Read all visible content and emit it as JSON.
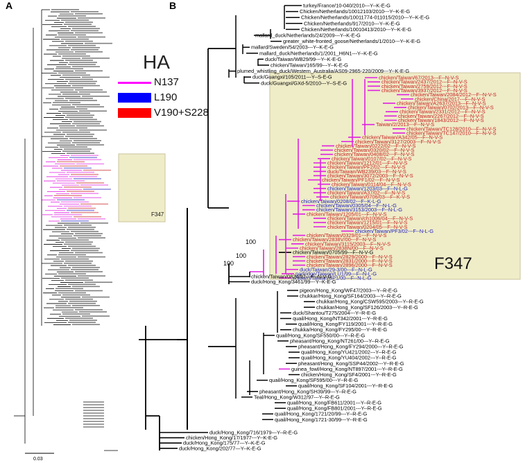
{
  "panel_a_label": "A",
  "panel_b_label": "B",
  "scale_label": "0.03",
  "mini_box_label": "F347",
  "legend": {
    "title": "HA",
    "items": [
      {
        "label": "N137",
        "color": "#ff00ff"
      },
      {
        "label": "L190",
        "color": "#0000ff"
      },
      {
        "label": "V190+S228",
        "color": "#ff0000"
      }
    ]
  },
  "colors": {
    "magenta": "#e020e0",
    "red": "#c82020",
    "blue": "#2020c0",
    "black": "#000000",
    "box": "#efecc8"
  },
  "clade_label": "F347",
  "bootstrap": [
    "100",
    "100",
    "100"
  ],
  "top_taxa": [
    "turkey/France/10-040/2010---Y--K-E-G",
    "Chicken/Netherlands/10012103/2010---Y--K-E-G",
    "Chicken/Netherlands/10011774-011015/2010---Y--K-E-G",
    "Chicken/Netherlands/917/2010---Y--K-E-G",
    "Chicken/Netherlands/10010413/2010---Y--K-E-G",
    "mallard_duck/Netherlands/24/2009---Y--K-E-G",
    "greater_white-fronted_goose/Netherlands/1/2010---Y--K-E-G",
    "mallard/Sweden/54/2003---Y--K-E-G",
    "mallard_duck/Netherlands/1/2001_H6N1---Y--K-E-G",
    "duck/Taiwan/WB29/99---Y--K-E-G",
    "chicken/Taiwan/165/99---Y--K-E-G",
    "plumed_whistling_duck/Western_Australia/AS09-2965-220/2009---Y--K-E-G",
    "duck/Guangxi/105/2011---Y--S-E-G",
    "duck/Guangxi/GXd-5/2010---Y--S-E-G"
  ],
  "clade_taxa": [
    {
      "label": "chicken/Taiwan/67/2013---F--N-V-S",
      "c": "red"
    },
    {
      "label": "chicken/Taiwan/2437/2012---F--N-V-S",
      "c": "red"
    },
    {
      "label": "chicken/Taiwan/2759/2012---F--N-V-S",
      "c": "red"
    },
    {
      "label": "chicken/Taiwan/3937/2012---F--N-V-S",
      "c": "red"
    },
    {
      "label": "chicken/Taiwan/2084/2012---F--N-V-S",
      "c": "red"
    },
    {
      "label": "chicken/China/2017---F--N-V-S",
      "c": "red"
    },
    {
      "label": "chicken/Taiwan/A2637/2013---F--N-V-S",
      "c": "red"
    },
    {
      "label": "chicken/Taiwan/0702/2013---F--N-V-S",
      "c": "red"
    },
    {
      "label": "chicken/Taiwan/2331/2012---F--N-V-S",
      "c": "red"
    },
    {
      "label": "chicken/Taiwan/2267/2012---F--N-V-S",
      "c": "red"
    },
    {
      "label": "chicken/Taiwan/1843/2012---F--N-V-S",
      "c": "red"
    },
    {
      "label": "Taiwan/2/2013---F--N-V-S",
      "c": "red"
    },
    {
      "label": "chicken/Taiwan/TC128/2010---F--N-V-S",
      "c": "red"
    },
    {
      "label": "chicken/Taiwan/TC147/2010---F--N-V-S",
      "c": "red"
    },
    {
      "label": "chicken/Taiwan/A342/05---F--N-V-S",
      "c": "red"
    },
    {
      "label": "chicken/Taiwan/3127/2003---F--N-V-S",
      "c": "red"
    },
    {
      "label": "chicken/Taiwan/0222/02---F--N-V-S",
      "c": "red"
    },
    {
      "label": "chicken/Taiwan/0320/02---F--N-V-S",
      "c": "red"
    },
    {
      "label": "chicken/Taiwan/0408/02---F--N-V-S",
      "c": "red"
    },
    {
      "label": "chicken/Taiwan/0107/02---F--N-V-S",
      "c": "red"
    },
    {
      "label": "chicken/Taiwan/1212/01---F--N-V-S",
      "c": "red"
    },
    {
      "label": "chicken/Taiwan/PF2/02---F--N-V-S",
      "c": "red"
    },
    {
      "label": "duck/Taiwan/WB239/03---F--N-V-S",
      "c": "red"
    },
    {
      "label": "chicken/Taiwan/3072/2003---F--N-V-S",
      "c": "red"
    },
    {
      "label": "chicken/Taiwan/PF1/02---F--N-V-S",
      "c": "red"
    },
    {
      "label": "chicken/Taiwan/0114/04---F--N-V-S",
      "c": "red"
    },
    {
      "label": "chicken/Taiwan/1203/03---F--N-L-G",
      "c": "blue"
    },
    {
      "label": "chicken/Taiwan/A37/02---F--N-V-S",
      "c": "red"
    },
    {
      "label": "chicken/Taiwan/0706/03---F--K-V-S",
      "c": "red"
    },
    {
      "label": "chicken/Taiwan/0208/02---F--K-L-G",
      "c": "blue"
    },
    {
      "label": "chicken/Taiwan/0305/04---F--N-L-G",
      "c": "blue"
    },
    {
      "label": "chicken/Taiwan/3153/2003---F--N-L-G",
      "c": "blue"
    },
    {
      "label": "chicken/Taiwan/1205/01---F--N-V-S",
      "c": "red"
    },
    {
      "label": "chicken/Taiwan/ch1006/04---F--N-V-S",
      "c": "red"
    },
    {
      "label": "chicken/Taiwan/1215/01---F--N-V-S",
      "c": "red"
    },
    {
      "label": "chicken/Taiwan/0204/05---F--N-V-S",
      "c": "red"
    },
    {
      "label": "chicken/Taiwan/PF3/02---F--N-L-G",
      "c": "blue"
    },
    {
      "label": "chicken/Taiwan/0329/01---F--N-V-S",
      "c": "red"
    },
    {
      "label": "chicken/Taiwan/2838V/00---F--N-V-S",
      "c": "red"
    },
    {
      "label": "chicken/Taiwan/3115/2003---F--N-V-S",
      "c": "red"
    },
    {
      "label": "chicken/Taiwan/2838N/00---F--N-V-S",
      "c": "red"
    },
    {
      "label": "chicken/Taiwan/0705/99---F--N-V-G",
      "c": "black"
    },
    {
      "label": "chicken/Taiwan/2829/2000---F--N-V-S",
      "c": "red"
    },
    {
      "label": "chicken/Taiwan/2831/2000---F--N-V-S",
      "c": "red"
    },
    {
      "label": "chicken/Taiwan/2896/2000---F--N-V-S",
      "c": "red"
    },
    {
      "label": "duck/Taiwan/29-3/00---F--N-L-G",
      "c": "blue"
    },
    {
      "label": "partridge/Taiwan/LU1/99---F--N-L-G",
      "c": "blue"
    },
    {
      "label": "chicken/Taiwan/SP1/00---F--N-L-G",
      "c": "blue"
    }
  ],
  "mid_taxa": [
    "chicken/Taiwan/0824/97---F--N-V-G",
    "duck/Hong_Kong/3461/99---Y--K-E-G"
  ],
  "hk_taxa": [
    "pigeon/Hong_Kong/WF47/2003---Y--R-E-G",
    "chukkar/Hong_Kong/SF164/2003---Y--R-E-G",
    "chukkar/Hong_Kong/CSW595/2003---Y--R-E-G",
    "chukkar/Hong_Kong/SF126/2003---Y--R-E-G",
    "duck/Shantou/T275/2004---Y--R-E-G",
    "quail/Hong_Kong/NT342/2001---Y--R-E-G",
    "quail/Hong_Kong/FY119/2001---Y--R-E-G",
    "chukka/Hong_Kong/FY295/00---Y--R-E-G",
    "quail/Hong_Kong/SF550/00---Y--R-E-G",
    "pheasant/Hong_Kong/NT261/00---Y--R-E-G",
    "pheasant/Hong_Kong/FY294/2000---Y--R-E-G",
    "quail/Hong_Kong/YU421/2002---Y--R-E-G",
    "quail/Hong_Kong/YU404/2002---Y--R-E-G",
    "pheasant/Hong_Kong/SSP44/2002---Y--R-E-G",
    "guinea_fowl/Hong_Kong/NT897/2001---Y--R-E-G",
    "chicken/Hong_Kong/SF4/2001---Y--R-E-G",
    "quail/Hong_Kong/SF595/00---Y--R-E-G",
    "quail/Hong_Kong/SF104/2001---Y--R-E-G",
    "pheasant/Hong_Kong/SH39/99---Y--R-E-G",
    "Teal/Hong_Kong/W312/97---Y--R-E-G",
    "quail/Hong_Kong/FB611/2001---Y--R-E-G",
    "quail/Hong_Kong/FB801/2001---Y--R-E-G",
    "quail/Hong_Kong/1721/20/99---Y--R-E-G",
    "quail/Hong_Kong/1721-30/99---Y--R-E-G"
  ],
  "bottom_taxa": [
    "duck/Hong_Kong/716/1979---Y--R-E-G",
    "chicken/Hong_Kong/17/1977---Y--K-E-G",
    "duck/Hong_Kong/175/77---Y--K-E-G",
    "duck/Hong_Kong/202/77---Y--K-E-G"
  ]
}
